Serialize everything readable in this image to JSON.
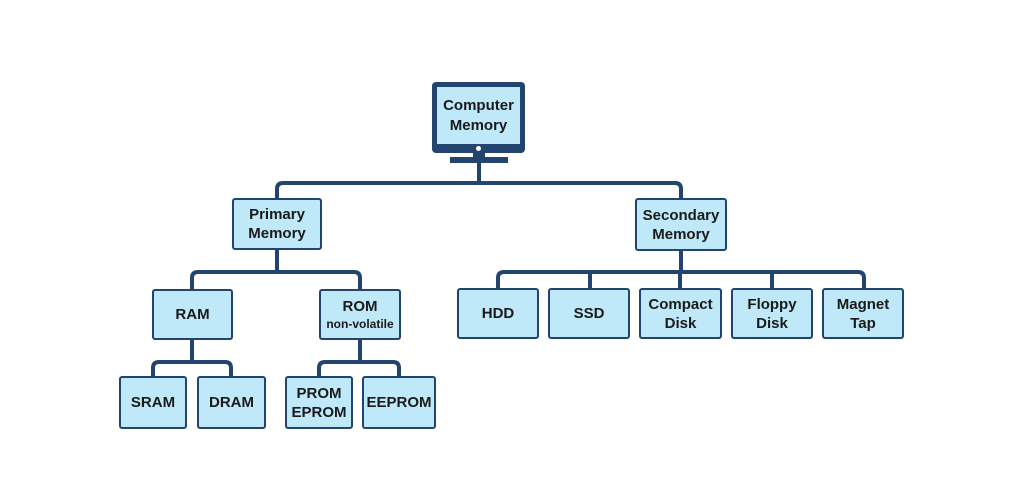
{
  "colors": {
    "box_fill": "#bfe8f8",
    "line": "#23446f"
  },
  "root": {
    "line1": "Computer",
    "line2": "Memory"
  },
  "primary": {
    "line1": "Primary",
    "line2": "Memory"
  },
  "secondary": {
    "line1": "Secondary",
    "line2": "Memory"
  },
  "ram": {
    "label": "RAM"
  },
  "rom": {
    "label": "ROM",
    "sub": "non-volatile"
  },
  "sram": {
    "label": "SRAM"
  },
  "dram": {
    "label": "DRAM"
  },
  "prom": {
    "line1": "PROM",
    "line2": "EPROM"
  },
  "eeprom": {
    "label": "EEPROM"
  },
  "hdd": {
    "label": "HDD"
  },
  "ssd": {
    "label": "SSD"
  },
  "compact": {
    "line1": "Compact",
    "line2": "Disk"
  },
  "floppy": {
    "line1": "Floppy",
    "line2": "Disk"
  },
  "magnet": {
    "line1": "Magnet",
    "line2": "Tap"
  }
}
